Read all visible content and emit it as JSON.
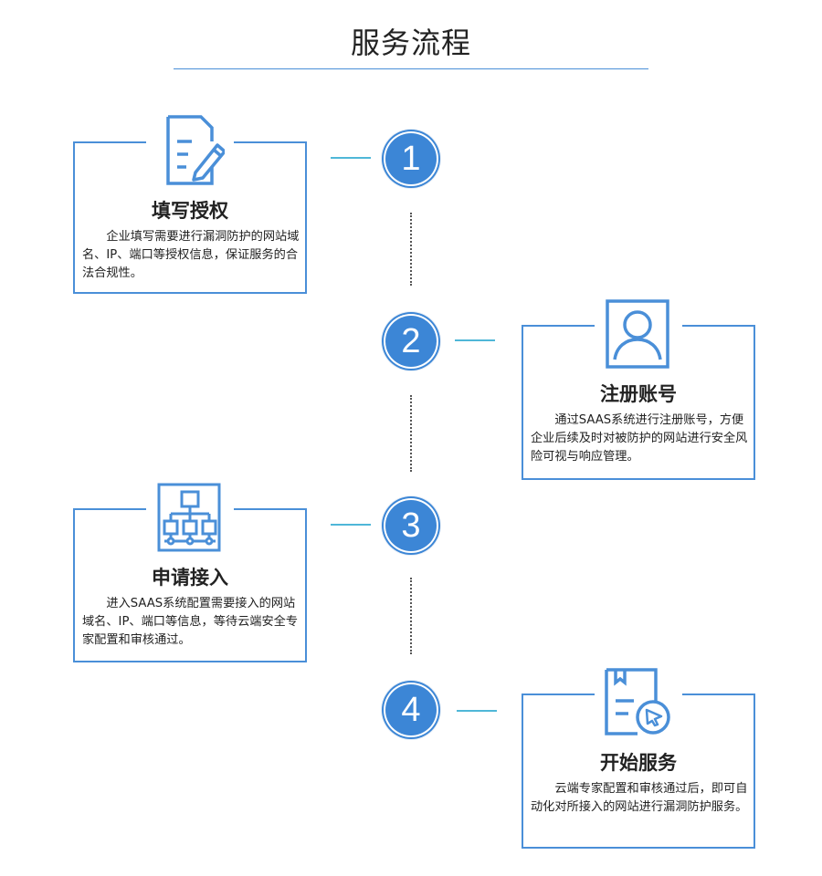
{
  "page": {
    "title": "服务流程"
  },
  "steps": [
    {
      "number": "1",
      "title": "填写授权",
      "icon": "form-edit-icon",
      "desc": "企业填写需要进行漏洞防护的网站域名、IP、端口等授权信息，保证服务的合法合规性。"
    },
    {
      "number": "2",
      "title": "注册账号",
      "icon": "user-icon",
      "desc": "通过SAAS系统进行注册账号，方便企业后续及时对被防护的网站进行安全风险可视与响应管理。"
    },
    {
      "number": "3",
      "title": "申请接入",
      "icon": "network-icon",
      "desc": "进入SAAS系统配置需要接入的网站域名、IP、端口等信息，等待云端安全专家配置和审核通过。"
    },
    {
      "number": "4",
      "title": "开始服务",
      "icon": "document-cursor-icon",
      "desc": "云端专家配置和审核通过后，即可自动化对所接入的网站进行漏洞防护服务。"
    }
  ],
  "colors": {
    "accent": "#3c86d6",
    "border": "#4a8fd8",
    "connector": "#4fb7d8"
  }
}
